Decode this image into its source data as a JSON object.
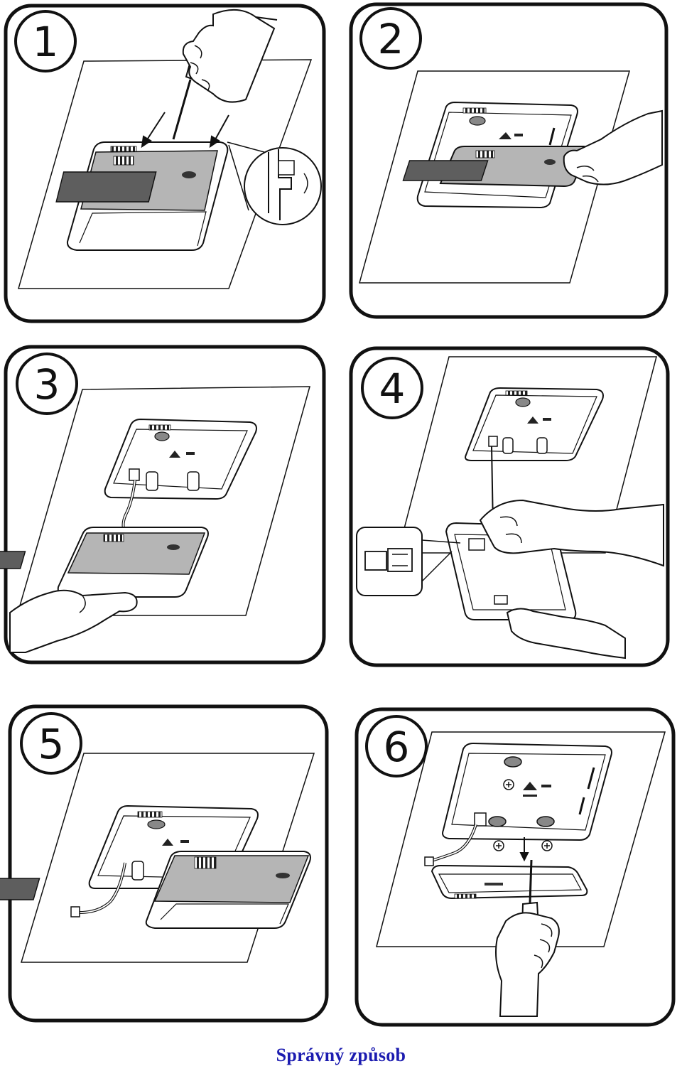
{
  "steps": [
    {
      "number": "1",
      "scene": "pry-cover-with-screwdriver"
    },
    {
      "number": "2",
      "scene": "lift-front-cover"
    },
    {
      "number": "3",
      "scene": "separate-front-and-back"
    },
    {
      "number": "4",
      "scene": "disconnect-cable-plug"
    },
    {
      "number": "5",
      "scene": "back-and-front-open"
    },
    {
      "number": "6",
      "scene": "screw-back-plate-to-wall"
    }
  ],
  "caption": "Správný způsob",
  "colors": {
    "ink": "#111111",
    "caption": "#1c1cb0",
    "cover_gray": "#b5b5b5",
    "screen_gray": "#5e5e5e",
    "background": "#ffffff"
  }
}
